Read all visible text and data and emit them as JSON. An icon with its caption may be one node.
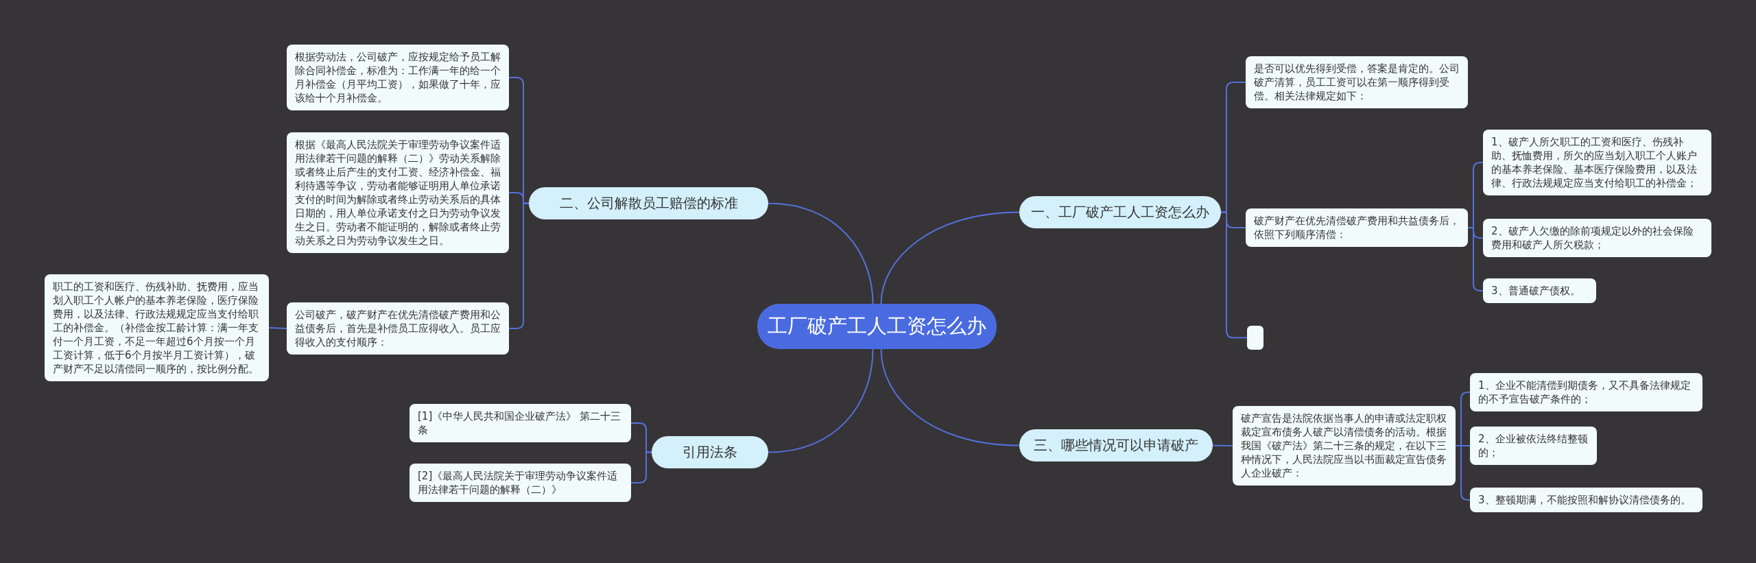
{
  "diagram": {
    "nodes": [
      {
        "text": [
          "工厂破产工人工资怎么办"
        ]
      },
      {
        "text": [
          "一、工厂破产工人工资怎么办"
        ]
      },
      {
        "text": [
          "是否可以优先得到受偿，答案是肯定的。公司破产清算，员工工资可以在第一顺序得到受偿。相关法律规定如下："
        ]
      },
      {
        "text": [
          "破产财产在优先清偿破产费用和共益债务后，依照下列顺序清偿："
        ]
      },
      {
        "text": [
          "1、破产人所欠职工的工资和医疗、伤残补助、抚恤费用，所欠的应当划入职工个人账户的基本养老保险、基本医疗保险费用，以及法律、行政法规规定应当支付给职工的补偿金；"
        ]
      },
      {
        "text": [
          "2、破产人欠缴的除前项规定以外的社会保险费用和破产人所欠税款；"
        ]
      },
      {
        "text": [
          "3、普通破产债权。"
        ]
      },
      {
        "text": [],
        "shape": "box"
      },
      {
        "text": [
          "三、哪些情况可以申请破产"
        ]
      },
      {
        "text": [
          "破产宣告是法院依据当事人的申请或法定职权裁定宣布债务人破产以清偿债务的活动。根据我国《破产法》第二十三条的规定，在以下三种情况下，人民法院应当以书面裁定宣告债务人企业破产："
        ]
      },
      {
        "text": [
          "1、企业不能清偿到期债务，又不具备法律规定的不予宣告破产条件的；"
        ]
      },
      {
        "text": [
          "2、企业被依法终结整顿的；"
        ]
      },
      {
        "text": [
          "3、整顿期满，不能按照和解协议清偿债务的。"
        ]
      },
      {
        "text": [
          "二、公司解散员工赔偿的标准"
        ]
      },
      {
        "text": [
          "根据劳动法，公司破产，应按规定给予员工解除合同补偿金，标准为：工作满一年的给一个月补偿金（月平均工资），如果做了十年，应该给十个月补偿金。"
        ]
      },
      {
        "text": [
          "根据《最高人民法院关于审理劳动争议案件适用法律若干问题的解释（二）》劳动关系解除或者终止后产生的支付工资、经济补偿金、福利待遇等争议，劳动者能够证明用人单位承诺支付的时间为解除或者终止劳动关系后的具体日期的，用人单位承诺支付之日为劳动争议发生之日。劳动者不能证明的，解除或者终止劳动关系之日为劳动争议发生之日。"
        ]
      },
      {
        "text": [
          "公司破产，破产财产在优先清偿破产费用和公益债务后，首先是补偿员工应得收入。员工应得收入的支付顺序："
        ]
      },
      {
        "text": [
          "职工的工资和医疗、伤残补助、抚费用，应当划入职工个人帐户的基本养老保险，医疗保险费用，以及法律、行政法规规定应当支付给职工的补偿金。（补偿金按工龄计算：满一年支付一个月工资，不足一年超过6个月按一个月工资计算，低于6个月按半月工资计算），破产财产不足以清偿同一顺序的，按比例分配。"
        ]
      },
      {
        "text": [
          "引用法条"
        ]
      },
      {
        "text": [
          "[1]《中华人民共和国企业破产法》 第二十三条"
        ]
      },
      {
        "text": [
          "[2]《最高人民法院关于审理劳动争议案件适用法律若干问题的解释（二）》"
        ]
      }
    ],
    "edges": [
      {
        "from": 0,
        "to": 1,
        "arrow": "none"
      },
      {
        "from": 0,
        "to": 8,
        "arrow": "none"
      },
      {
        "from": 0,
        "to": 13,
        "arrow": "none"
      },
      {
        "from": 0,
        "to": 18,
        "arrow": "none"
      },
      {
        "from": 1,
        "to": 2,
        "arrow": "none"
      },
      {
        "from": 1,
        "to": 3,
        "arrow": "none"
      },
      {
        "from": 1,
        "to": 7,
        "arrow": "none"
      },
      {
        "from": 3,
        "to": 4,
        "arrow": "none"
      },
      {
        "from": 3,
        "to": 5,
        "arrow": "none"
      },
      {
        "from": 3,
        "to": 6,
        "arrow": "none"
      },
      {
        "from": 8,
        "to": 9,
        "arrow": "none"
      },
      {
        "from": 9,
        "to": 10,
        "arrow": "none"
      },
      {
        "from": 9,
        "to": 11,
        "arrow": "none"
      },
      {
        "from": 9,
        "to": 12,
        "arrow": "none"
      },
      {
        "from": 13,
        "to": 14,
        "arrow": "none"
      },
      {
        "from": 13,
        "to": 15,
        "arrow": "none"
      },
      {
        "from": 13,
        "to": 16,
        "arrow": "none"
      },
      {
        "from": 16,
        "to": 17,
        "arrow": "none"
      },
      {
        "from": 18,
        "to": 19,
        "arrow": "none"
      },
      {
        "from": 18,
        "to": 20,
        "arrow": "none"
      }
    ]
  }
}
